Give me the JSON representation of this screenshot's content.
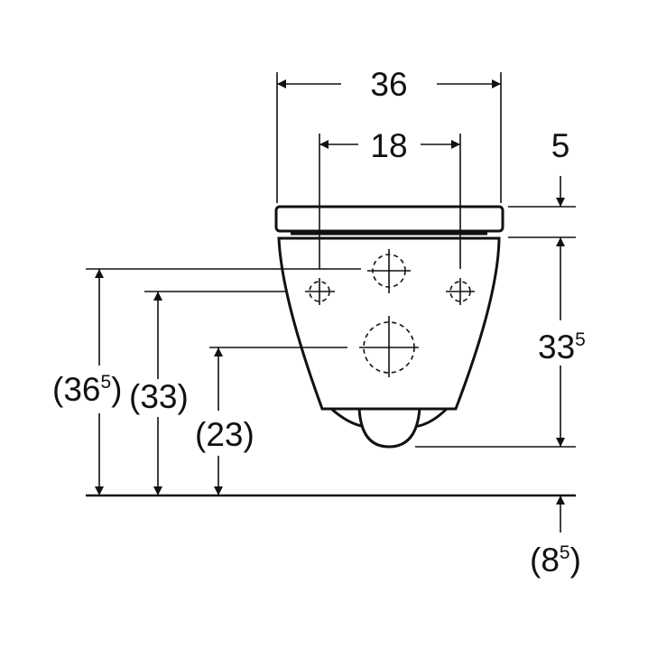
{
  "drawing": {
    "dims": {
      "overall_width": "36",
      "fixing_spacing": "18",
      "seat_thickness": "5",
      "bowl_height_main": "33",
      "bowl_height_sup": "5",
      "left_outer_main": "(36",
      "left_outer_sup": "5",
      "left_outer_close": ")",
      "left_middle": "(33)",
      "left_inner": "(23)",
      "floor_gap_main": "(8",
      "floor_gap_sup": "5",
      "floor_gap_close": ")"
    }
  }
}
